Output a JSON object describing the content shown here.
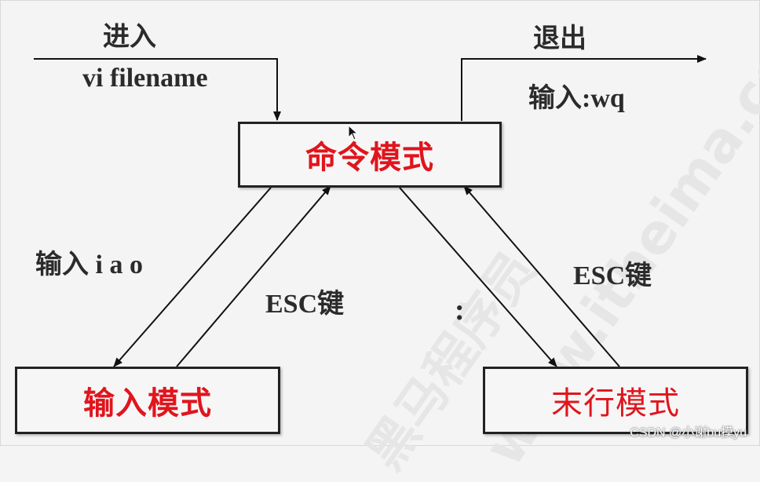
{
  "labels": {
    "enter_heading": "进入",
    "enter_command": "vi filename",
    "exit_heading": "退出",
    "exit_command": "输入:wq",
    "insert_keys": "输入 i a o",
    "esc_left": "ESC键",
    "esc_right": "ESC键",
    "colon": ":"
  },
  "boxes": {
    "command_mode": "命令模式",
    "insert_mode": "输入模式",
    "lastline_mode": "末行模式"
  },
  "watermark": {
    "line1": "黑马程序员",
    "line2": "www.itheima.com"
  },
  "credit": "CSDN @小谢bu摸yu",
  "colors": {
    "mode_text": "#e0151d",
    "line": "#111111",
    "label_text": "#2b2b2b"
  },
  "icons": [
    "mouse-cursor-icon"
  ]
}
